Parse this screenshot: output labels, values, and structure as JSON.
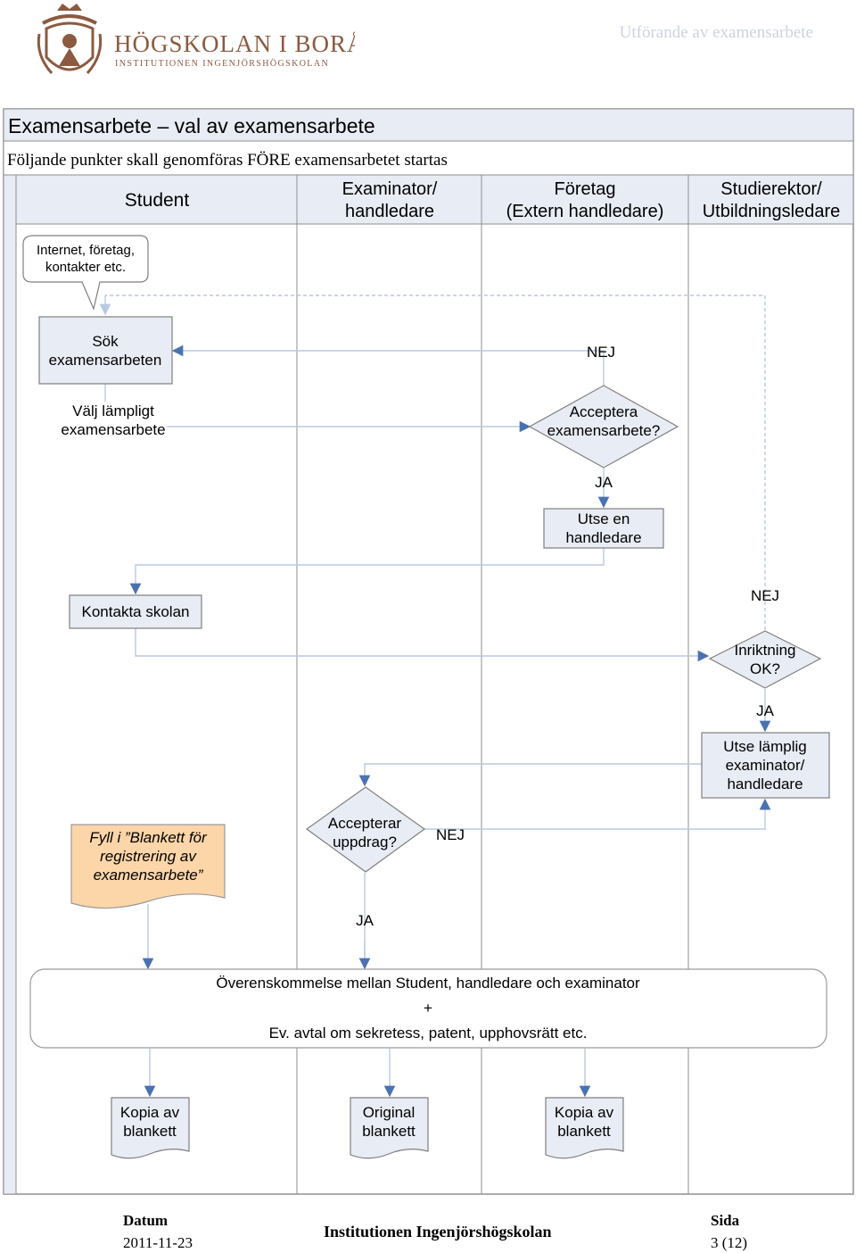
{
  "header": {
    "school_name": "HÖGSKOLAN I BORÅS",
    "institution_sub": "INSTITUTIONEN INGENJÖRSHÖGSKOLAN",
    "doc_section": "Utförande av examensarbete"
  },
  "diagram": {
    "title": "Examensarbete – val av examensarbete",
    "subtitle": "Följande punkter skall genomföras FÖRE examensarbetet startas",
    "lanes": {
      "student": "Student",
      "examinator": [
        "Examinator/",
        "handledare"
      ],
      "foretag": [
        "Företag",
        "(Extern handledare)"
      ],
      "studierektor": [
        "Studierektor/",
        "Utbildningsledare"
      ]
    },
    "callout": [
      "Internet, företag,",
      "kontakter etc."
    ],
    "steps": {
      "sok": [
        "Sök",
        "examensarbeten"
      ],
      "valj": [
        "Välj lämpligt",
        "examensarbete"
      ],
      "acceptera": [
        "Acceptera",
        "examensarbete?"
      ],
      "utse_handledare": [
        "Utse en",
        "handledare"
      ],
      "kontakta": "Kontakta skolan",
      "inriktning": [
        "Inriktning",
        "OK?"
      ],
      "utse_examinator": [
        "Utse lämplig",
        "examinator/",
        "handledare"
      ],
      "fyll": [
        "Fyll i ”Blankett för",
        "registrering av",
        "examensarbete”"
      ],
      "accepterar": [
        "Accepterar",
        "uppdrag?"
      ],
      "overens": [
        "Överenskommelse mellan Student, handledare och examinator",
        "+",
        "Ev. avtal om sekretess, patent, upphovsrätt etc."
      ],
      "kopia1": [
        "Kopia av",
        "blankett"
      ],
      "original": [
        "Original",
        "blankett"
      ],
      "kopia2": [
        "Kopia av",
        "blankett"
      ]
    },
    "labels": {
      "nej_1": "NEJ",
      "ja_1": "JA",
      "nej_2": "NEJ",
      "ja_2": "JA",
      "nej_3": "NEJ",
      "ja_3": "JA"
    },
    "colors": {
      "box_fill": "#e8ecf4",
      "box_stroke": "#7f7f7f",
      "connector": "#b8c9e0",
      "arrowhead": "#4a72b0",
      "document_fill": "#fcd5a8",
      "title_bar_fill": "#e8ecf4"
    }
  },
  "footer": {
    "datum_label": "Datum",
    "datum_value": "2011-11-23",
    "institution": "Institutionen Ingenjörshögskolan",
    "sida_label": "Sida",
    "sida_value": "3 (12)"
  }
}
